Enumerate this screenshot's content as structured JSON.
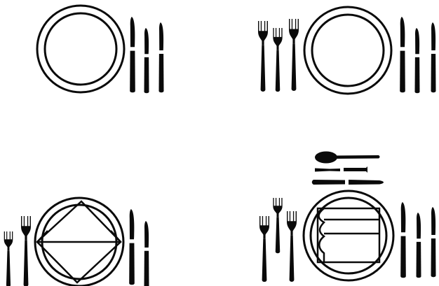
{
  "figure": {
    "ink_color": "#0a0a0a",
    "paper_color": "#ffffff",
    "settings": [
      {
        "name": "setting-plate-knives",
        "napkin": "none",
        "forks": 0,
        "knives": 3,
        "dessert_cutlery": false
      },
      {
        "name": "setting-forks-plate-knives",
        "napkin": "none",
        "forks": 3,
        "knives": 3,
        "dessert_cutlery": false
      },
      {
        "name": "setting-folded-napkin",
        "napkin": "diamond-fold",
        "forks": 2,
        "knives": 2,
        "dessert_cutlery": false
      },
      {
        "name": "setting-napkin-with-dessert-cutlery",
        "napkin": "rectangular-fold",
        "forks": 3,
        "knives": 3,
        "dessert_cutlery": true
      }
    ]
  }
}
